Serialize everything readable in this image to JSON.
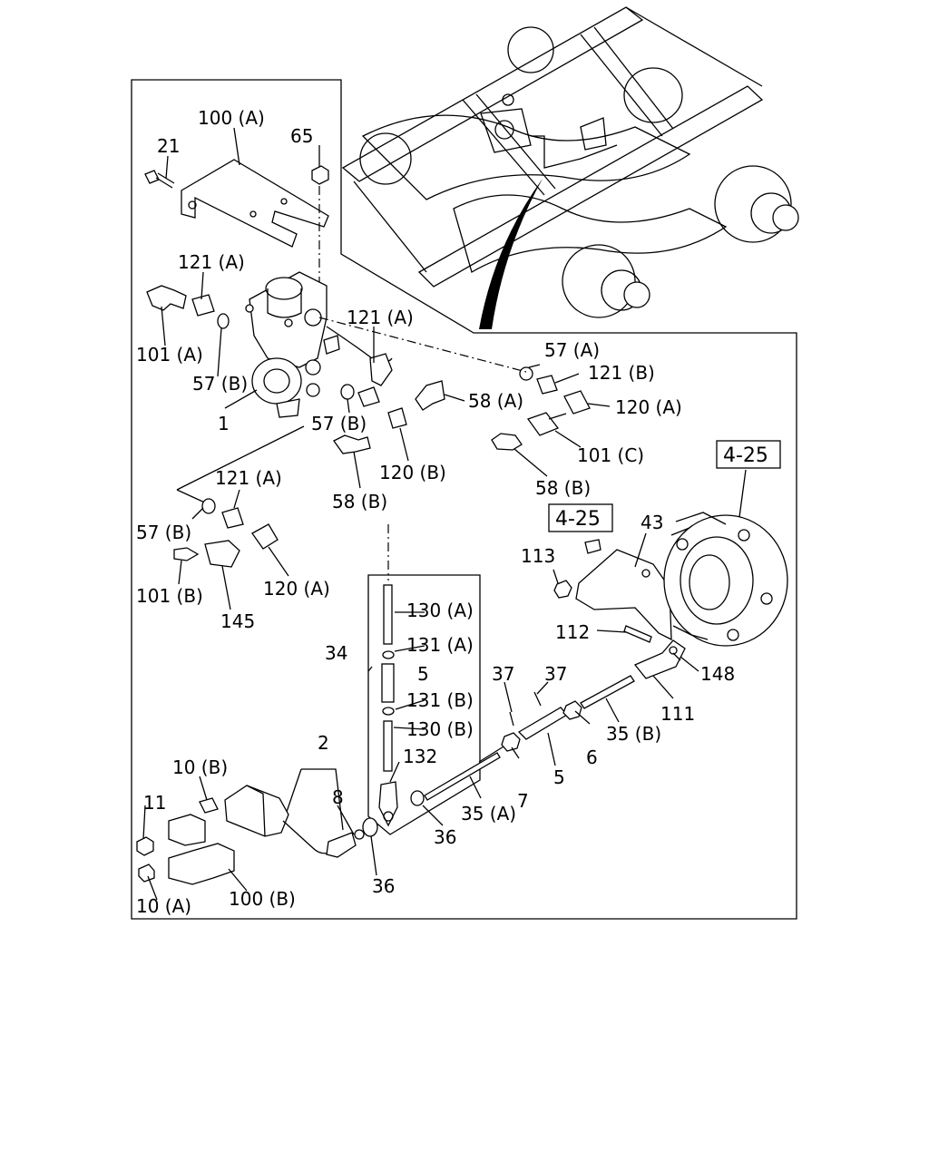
{
  "labels": {
    "l_21": "21",
    "l_100a": "100 (A)",
    "l_65": "65",
    "l_121a_1": "121 (A)",
    "l_101a": "101 (A)",
    "l_57b_1": "57 (B)",
    "l_121a_2": "121 (A)",
    "l_57a": "57 (A)",
    "l_121b": "121 (B)",
    "l_58a": "58 (A)",
    "l_120a_1": "120 (A)",
    "l_1": "1",
    "l_57b_2": "57 (B)",
    "l_101c": "101 (C)",
    "l_120b": "120 (B)",
    "l_58b_1": "58 (B)",
    "l_58b_2": "58 (B)",
    "l_121a_3": "121 (A)",
    "l_57b_3": "57 (B)",
    "l_101b": "101 (B)",
    "l_120a_2": "120 (A)",
    "l_145": "145",
    "l_43": "43",
    "l_113": "113",
    "l_112": "112",
    "l_148": "148",
    "l_111": "111",
    "l_130a": "130 (A)",
    "l_131a": "131 (A)",
    "l_34": "34",
    "l_5_1": "5",
    "l_131b": "131 (B)",
    "l_130b": "130 (B)",
    "l_132": "132",
    "l_37_1": "37",
    "l_37_2": "37",
    "l_35b": "35 (B)",
    "l_6": "6",
    "l_5_2": "5",
    "l_7": "7",
    "l_35a": "35 (A)",
    "l_36_1": "36",
    "l_36_2": "36",
    "l_2": "2",
    "l_8": "8",
    "l_10b": "10 (B)",
    "l_11": "11",
    "l_10a": "10 (A)",
    "l_100b": "100 (B)"
  },
  "refs": {
    "ref_1": "4-25",
    "ref_2": "4-25"
  }
}
